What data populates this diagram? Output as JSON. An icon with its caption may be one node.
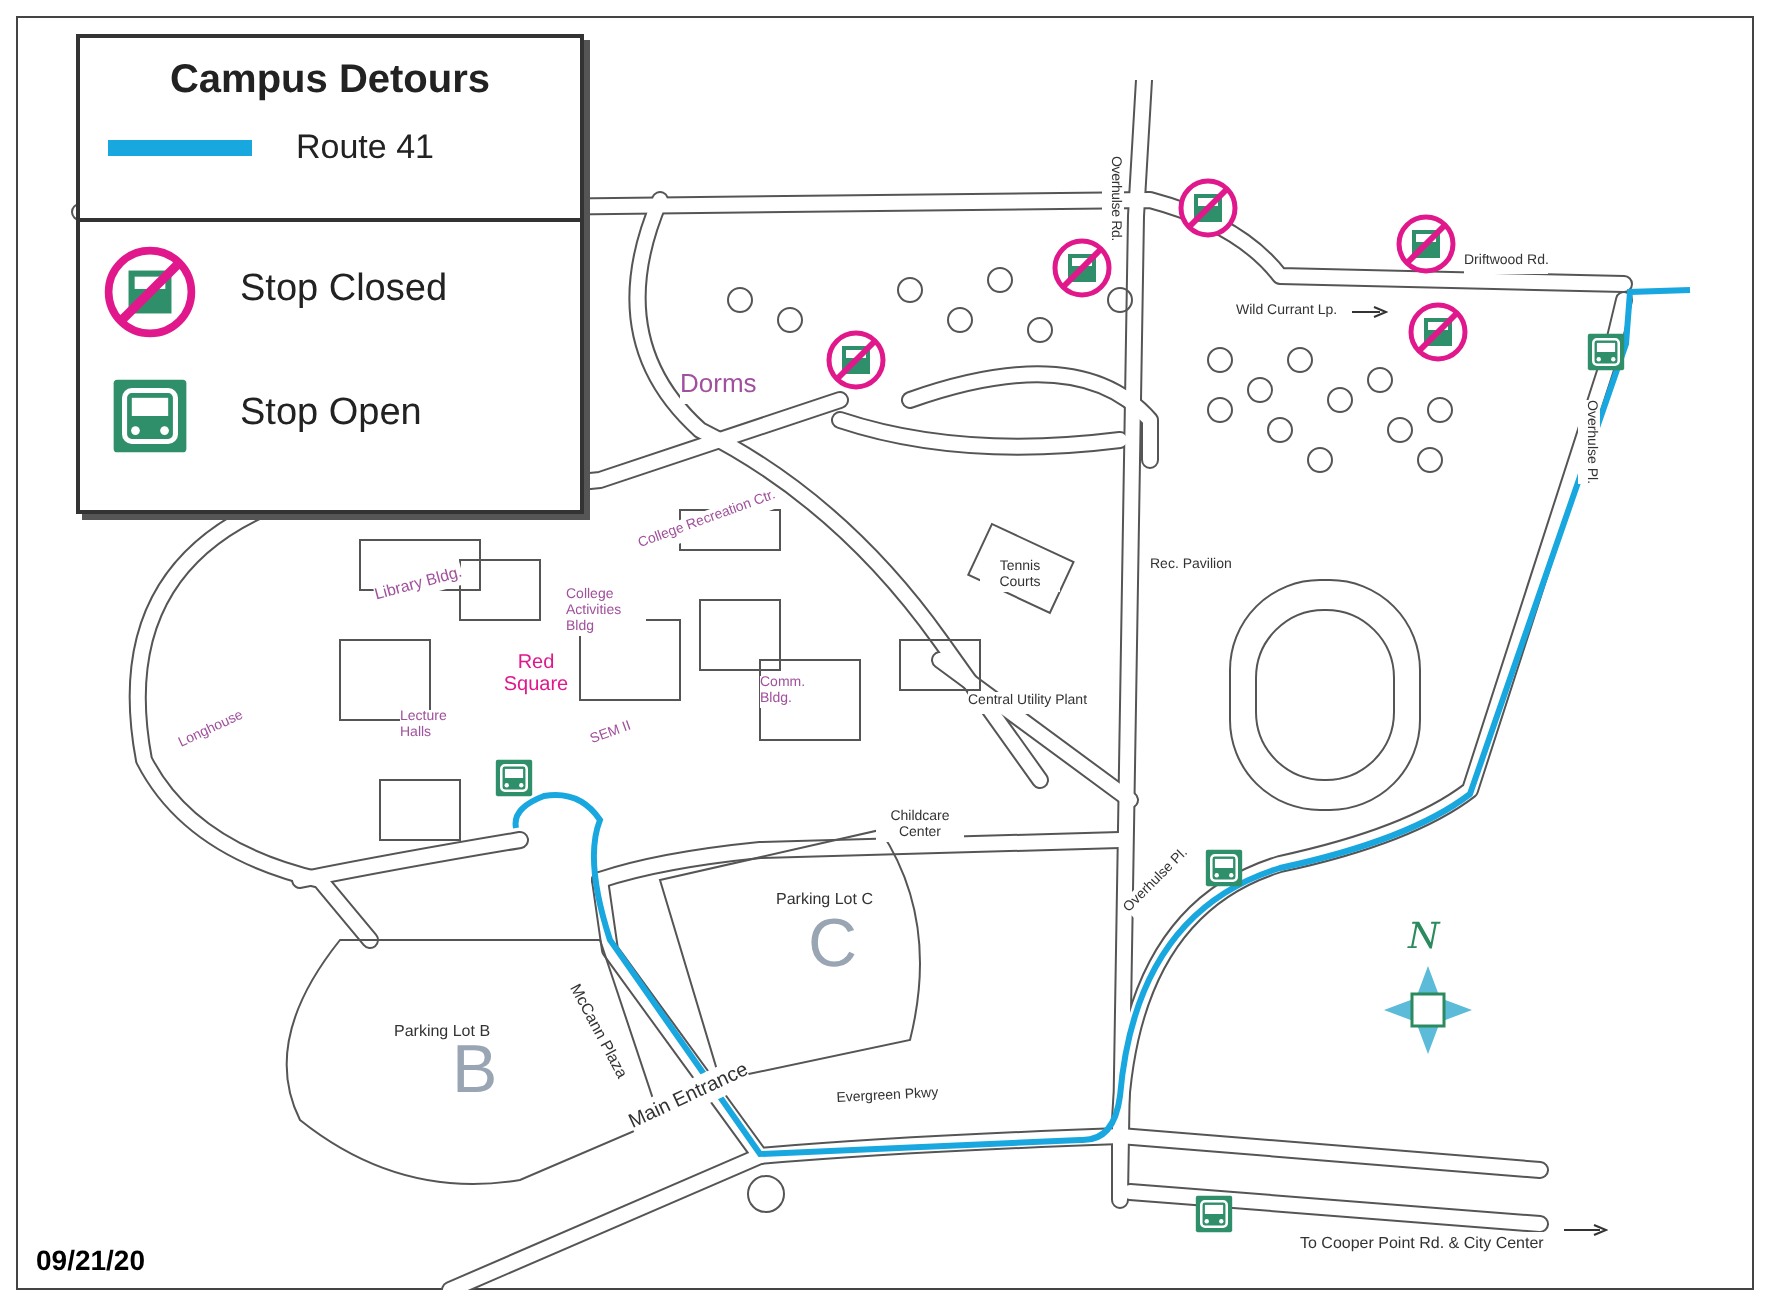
{
  "diagram": {
    "title": "Campus Detours",
    "labels": [
      "Overhulse Rd.",
      "Driftwood Rd.",
      "Wild Currant Lp.",
      "Dorms",
      "Overhulse Pl.",
      "College Recreation Ctr.",
      "Library Bldg.",
      "College Activities Bldg",
      "Tennis Courts",
      "Rec. Pavilion",
      "Red Square",
      "Comm. Bldg.",
      "Central Utility Plant",
      "Longhouse",
      "Lecture Halls",
      "SEM II",
      "Childcare Center",
      "Parking Lot C",
      "C",
      "Overhulse Pl.",
      "N",
      "McCann Plaza",
      "Parking Lot B",
      "B",
      "Evergreen Pkwy",
      "Main Entrance",
      "To Cooper Point Rd. & City Center",
      "09/21/20"
    ],
    "legend": [
      {
        "text": "Route 41"
      },
      {
        "text": "Stop Closed"
      },
      {
        "text": "Stop Open"
      }
    ]
  }
}
